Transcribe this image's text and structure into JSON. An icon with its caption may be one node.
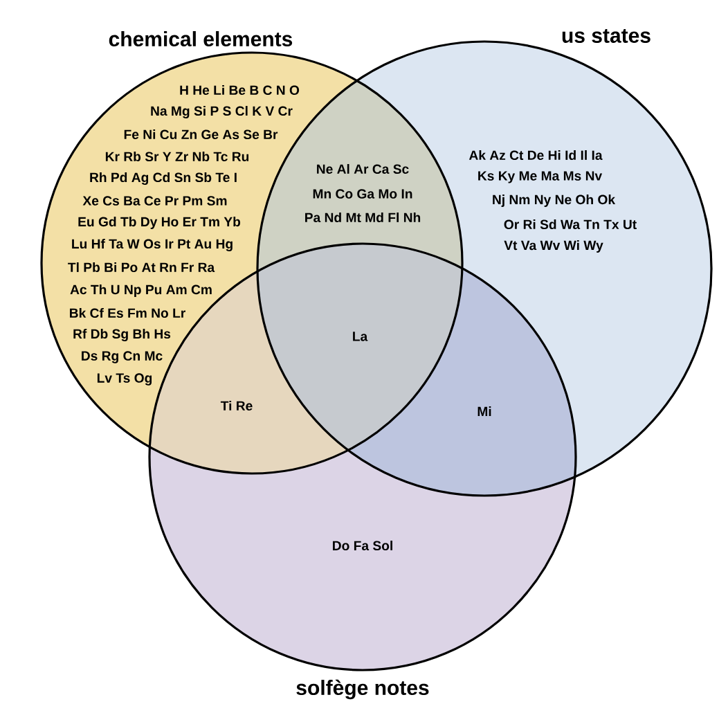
{
  "diagram": {
    "nodes": [
      {
        "text": [
          "chemical elements"
        ]
      },
      {
        "text": [
          "us states"
        ]
      },
      {
        "text": [
          "solfège notes"
        ]
      }
    ],
    "labels": [
      "H He Li Be B C N O",
      "Na Mg Si P S Cl K V Cr",
      "Fe Ni Cu Zn Ge As Se Br",
      "Kr Rb Sr Y Zr Nb Tc Ru",
      "Rh Pd Ag Cd Sn Sb Te I",
      "Xe Cs Ba Ce Pr Pm Sm",
      "Eu Gd Tb Dy Ho Er Tm Yb",
      "Lu Hf Ta W Os Ir Pt Au Hg",
      "Tl Pb Bi Po At Rn Fr Ra",
      "Ac Th U Np Pu Am Cm",
      "Bk Cf Es Fm No Lr",
      "Rf Db Sg Bh Hs",
      "Ds Rg Cn Mc",
      "Lv Ts Og",
      "Ne Al Ar Ca Sc",
      "Mn Co Ga Mo In",
      "Pa Nd Mt Md Fl Nh",
      "Ak Az Ct De Hi Id Il Ia",
      "Ks Ky Me Ma Ms Nv",
      "Nj Nm Ny Ne Oh Ok",
      "Or Ri Sd Wa Tn Tx Ut",
      "Vt Va Wv Wi Wy",
      "La",
      "Ti Re",
      "Mi",
      "Do Fa Sol"
    ]
  }
}
